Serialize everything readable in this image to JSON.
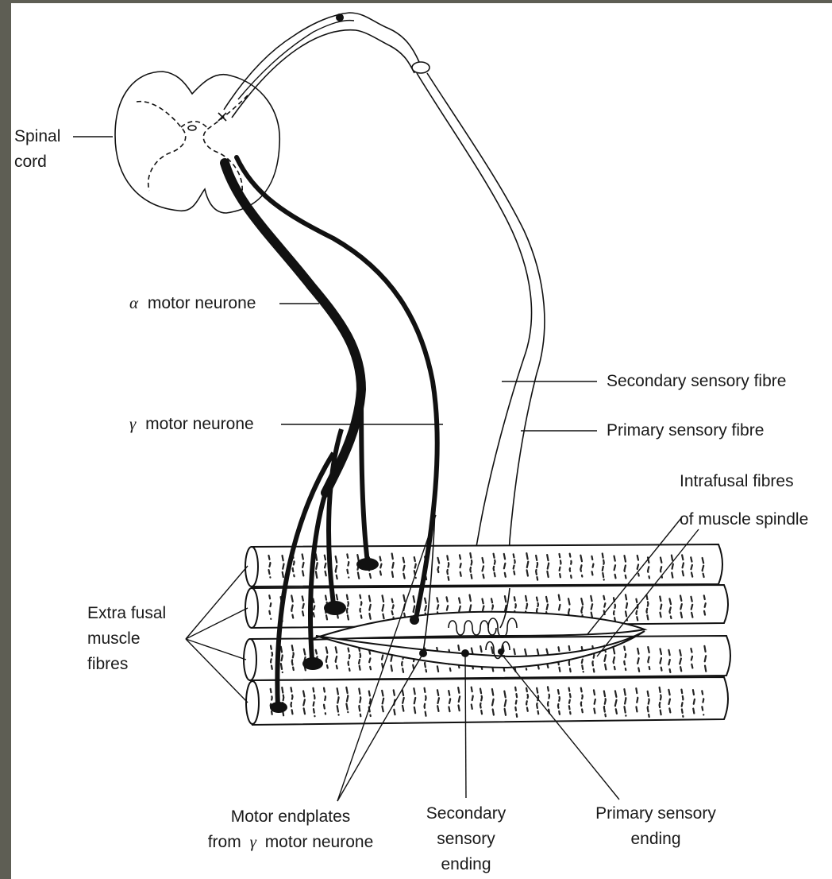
{
  "labels": {
    "spinal_cord": [
      "Spinal",
      "cord"
    ],
    "alpha_motor_neurone": {
      "symbol": "α",
      "text": "motor neurone"
    },
    "gamma_motor_neurone": {
      "symbol": "γ",
      "text": "motor neurone"
    },
    "secondary_sensory_fibre": "Secondary sensory fibre",
    "primary_sensory_fibre": "Primary sensory fibre",
    "intrafusal_fibres": [
      "Intrafusal fibres",
      "of muscle spindle"
    ],
    "extra_fusal_muscle_fibres": [
      "Extra fusal",
      "muscle",
      "fibres"
    ],
    "motor_endplates": {
      "line1": "Motor endplates",
      "line2_prefix": "from",
      "symbol": "γ",
      "line2_suffix": "motor neurone"
    },
    "secondary_sensory_ending": [
      "Secondary",
      "sensory",
      "ending"
    ],
    "primary_sensory_ending": [
      "Primary sensory",
      "ending"
    ]
  },
  "colors": {
    "slide_background": "#5e5e54",
    "panel_background": "#ffffff",
    "ink": "#111111"
  }
}
